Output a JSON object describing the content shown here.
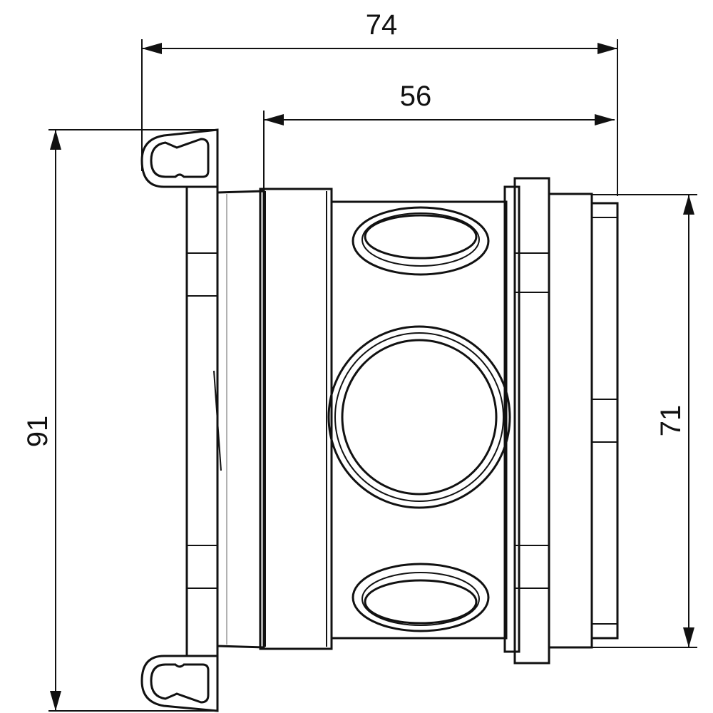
{
  "dimensions": {
    "overall_width": "74",
    "body_width": "56",
    "overall_height": "91",
    "body_height": "71"
  },
  "colors": {
    "line": "#111111",
    "background": "#ffffff"
  }
}
